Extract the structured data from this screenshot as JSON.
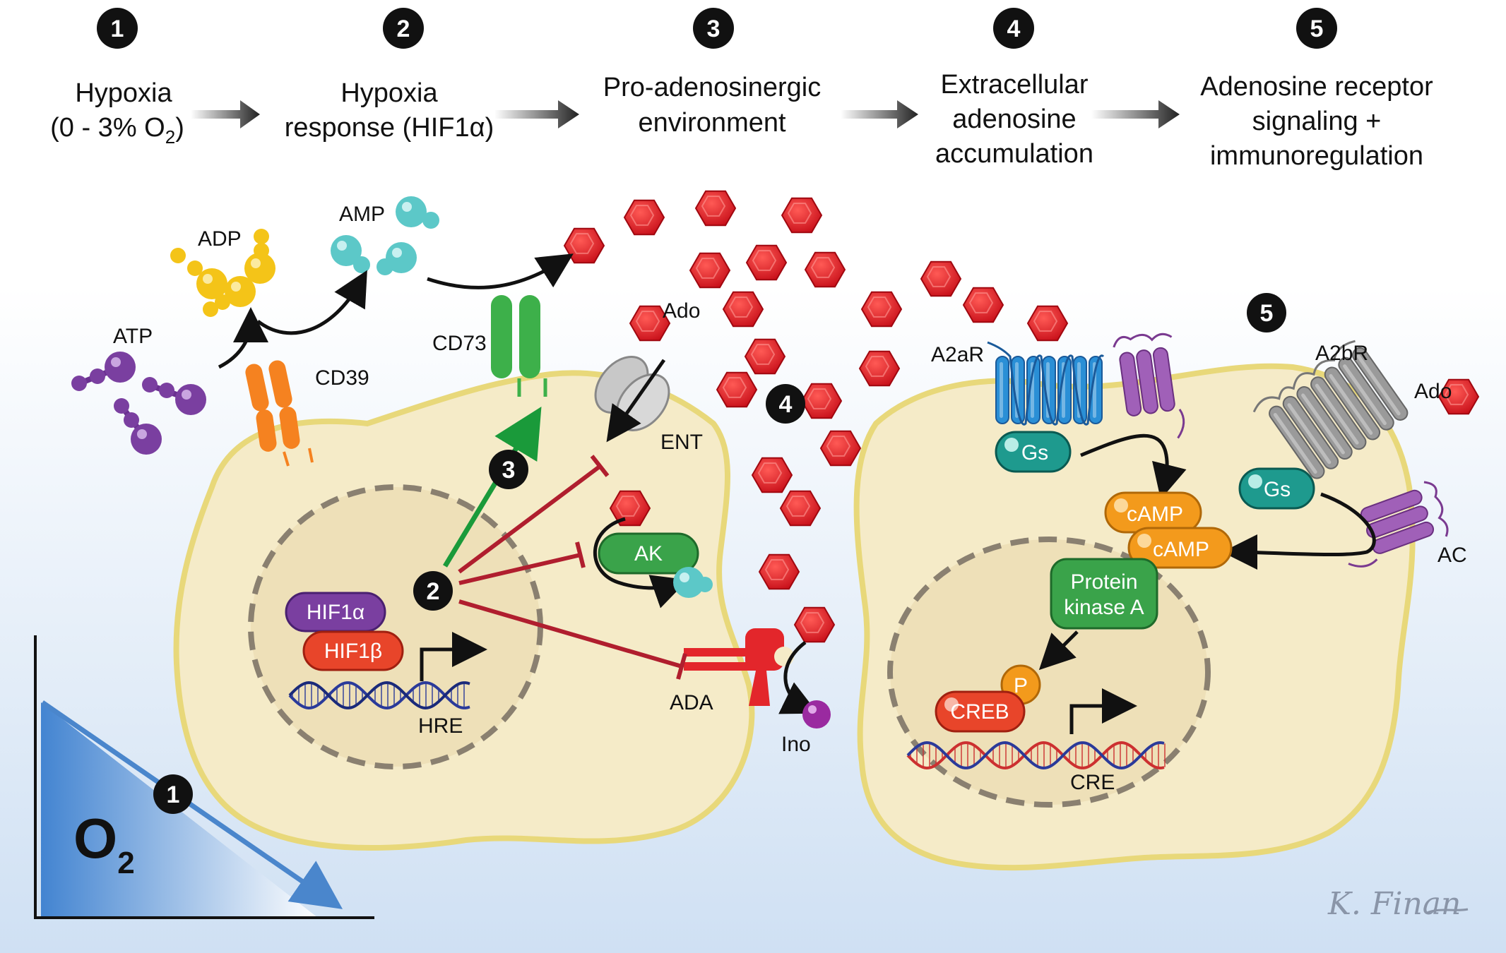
{
  "steps": [
    {
      "num": "1",
      "lines": [
        "Hypoxia",
        "(0 - 3% O",
        "2",
        ")"
      ]
    },
    {
      "num": "2",
      "lines": [
        "Hypoxia",
        "response (HIF1α)"
      ]
    },
    {
      "num": "3",
      "lines": [
        "Pro-adenosinergic",
        "environment"
      ]
    },
    {
      "num": "4",
      "lines": [
        "Extracellular",
        "adenosine",
        "accumulation"
      ]
    },
    {
      "num": "5",
      "lines": [
        "Adenosine receptor",
        "signaling +",
        "immunoregulation"
      ]
    }
  ],
  "labels": {
    "atp": "ATP",
    "adp": "ADP",
    "amp": "AMP",
    "cd39": "CD39",
    "cd73": "CD73",
    "ado_left": "Ado",
    "ent": "ENT",
    "ak": "AK",
    "ada": "ADA",
    "ino": "Ino",
    "hif1a": "HIF1α",
    "hif1b": "HIF1β",
    "hre": "HRE",
    "a2ar": "A2aR",
    "a2br": "A2bR",
    "ado_right": "Ado",
    "gs": "Gs",
    "camp": "cAMP",
    "pka_line1": "Protein",
    "pka_line2": "kinase A",
    "p": "P",
    "creb": "CREB",
    "cre": "CRE",
    "ac": "AC"
  },
  "markers": {
    "one": "1",
    "two": "2",
    "three": "3",
    "four": "4",
    "five": "5"
  },
  "o2": {
    "main": "O",
    "sub": "2"
  },
  "signature": "K. Finan",
  "colors": {
    "adenosine": "#e3161b",
    "cell_fill": "#f5ebc8",
    "cell_border": "#e8d87a",
    "atp": "#7a3fa0",
    "adp": "#f4c418",
    "amp": "#5cc8c8",
    "receptor_blue": "#2a8fd6",
    "receptor_purple": "#a060b8",
    "receptor_gray": "#9a9a9a",
    "gs": "#1e9a8e",
    "camp": "#f39a1c",
    "pka": "#3aa34a",
    "creb": "#e8452a",
    "inhibit": "#b01e2e",
    "activate": "#1a9a3a"
  }
}
